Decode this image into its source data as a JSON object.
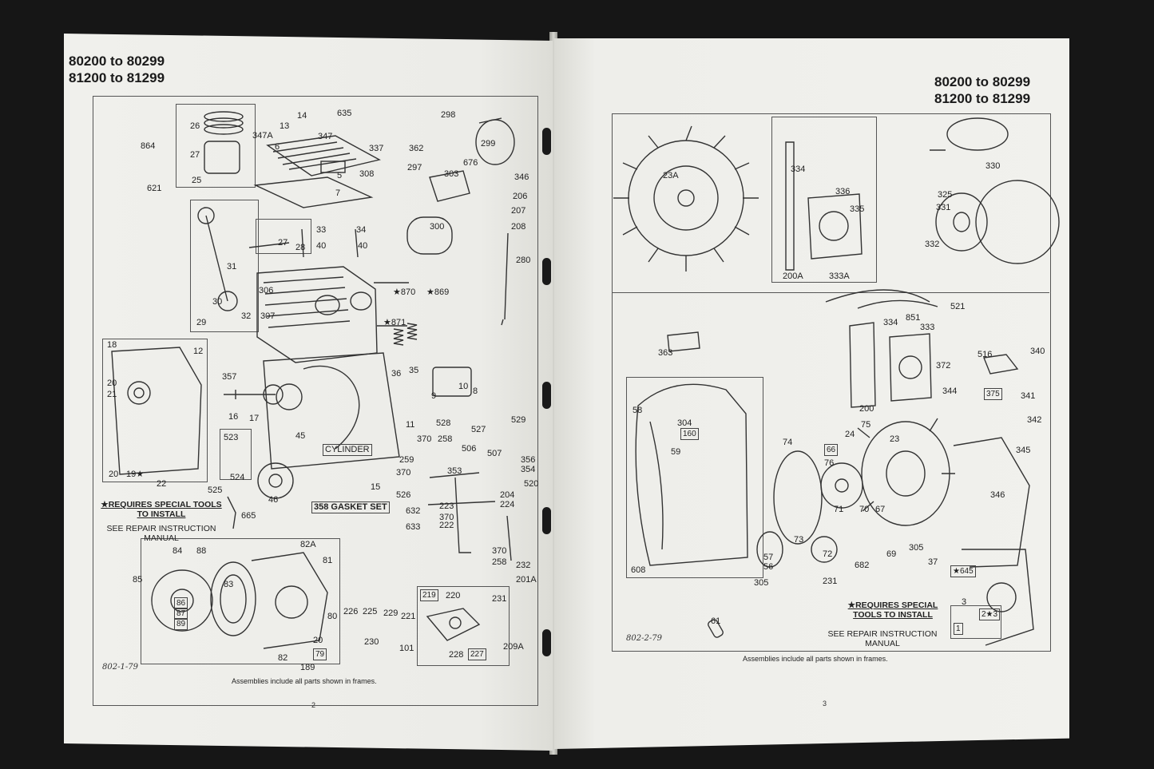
{
  "left": {
    "header_line1": "80200 to 80299",
    "header_line2": "81200 to 81299",
    "note_star": "★REQUIRES SPECIAL TOOLS",
    "note_star2": "TO INSTALL",
    "note_see": "SEE REPAIR INSTRUCTION",
    "note_see2": "MANUAL",
    "drawing_code": "802-1-79",
    "caption": "Assemblies include all parts shown in frames.",
    "page_number": "2",
    "cylinder_label": "CYLINDER",
    "gasket_set": "358 GASKET SET",
    "labels": [
      "864",
      "621",
      "26",
      "27",
      "25",
      "347A",
      "13",
      "14",
      "635",
      "6",
      "347",
      "337",
      "362",
      "298",
      "299",
      "5",
      "308",
      "7",
      "297",
      "303",
      "676",
      "346",
      "206",
      "207",
      "300",
      "208",
      "280",
      "33",
      "34",
      "27",
      "28",
      "40",
      "40",
      "31",
      "30",
      "32",
      "29",
      "306",
      "307",
      "★870",
      "★869",
      "★871",
      "18",
      "12",
      "20",
      "21",
      "357",
      "16",
      "17",
      "36",
      "35",
      "9",
      "8",
      "11",
      "528",
      "10",
      "527",
      "529",
      "523",
      "45",
      "370",
      "258",
      "259",
      "506",
      "507",
      "356",
      "354",
      "353",
      "520",
      "525",
      "524",
      "665",
      "46",
      "15",
      "370",
      "526",
      "632",
      "223",
      "370",
      "204",
      "224",
      "633",
      "222",
      "20",
      "19★",
      "22",
      "84",
      "88",
      "82A",
      "81",
      "85",
      "83",
      "86",
      "87",
      "89",
      "80",
      "20",
      "82",
      "79",
      "189",
      "219",
      "220",
      "231",
      "226",
      "225",
      "229",
      "221",
      "230",
      "101",
      "228",
      "227",
      "209A",
      "370",
      "258",
      "232",
      "201A"
    ]
  },
  "right": {
    "header_line1": "80200 to 80299",
    "header_line2": "81200 to 81299",
    "note_star": "★REQUIRES SPECIAL",
    "note_star2": "TOOLS TO INSTALL",
    "note_see": "SEE REPAIR INSTRUCTION",
    "note_see2": "MANUAL",
    "drawing_code": "802-2-79",
    "caption": "Assemblies include all parts shown in frames.",
    "page_number": "3",
    "labels": [
      "23A",
      "334",
      "336",
      "335",
      "200A",
      "333A",
      "330",
      "325",
      "331",
      "332",
      "521",
      "851",
      "334",
      "333",
      "363",
      "372",
      "516",
      "340",
      "344",
      "375",
      "341",
      "200",
      "58",
      "304",
      "160",
      "59",
      "74",
      "24",
      "75",
      "66",
      "76",
      "23",
      "342",
      "345",
      "71",
      "70",
      "67",
      "346",
      "72",
      "57",
      "56",
      "73",
      "305",
      "682",
      "69",
      "37",
      "231",
      "608",
      "305",
      "★645",
      "61",
      "3",
      "1",
      "2★3"
    ]
  }
}
